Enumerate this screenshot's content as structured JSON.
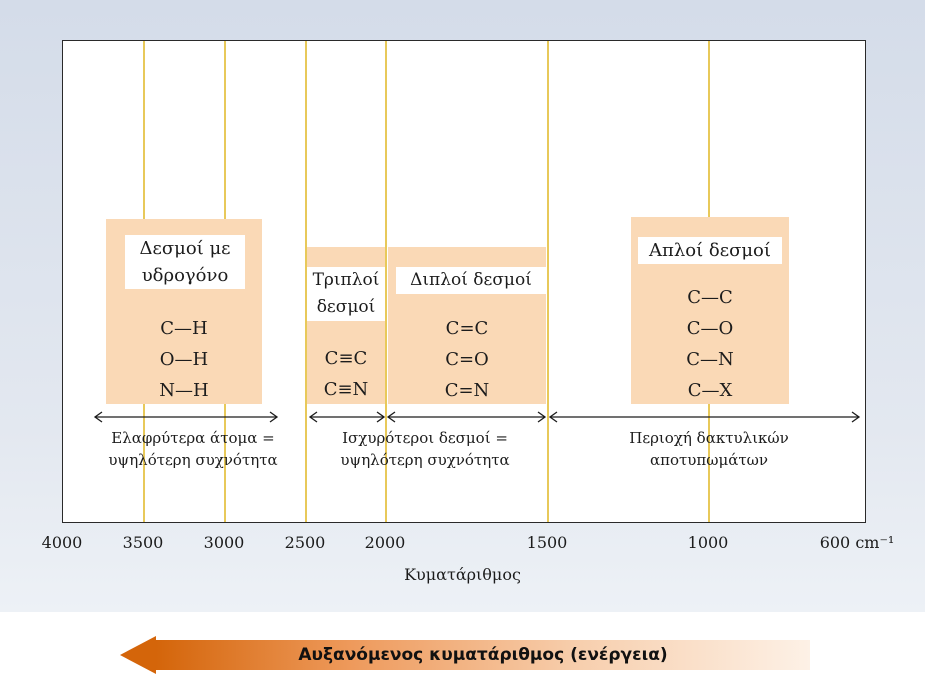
{
  "regions": {
    "hydrogen": {
      "title_line1": "Δεσμοί με",
      "title_line2": "υδρογόνο",
      "bonds": [
        "C—H",
        "O—H",
        "N—H"
      ]
    },
    "triple": {
      "title_line1": "Τριπλοί",
      "title_line2": "δεσμοί",
      "bonds": [
        "C≡C",
        "C≡N"
      ]
    },
    "double": {
      "title": "Διπλοί δεσμοί",
      "bonds": [
        "C=C",
        "C=O",
        "C=N"
      ]
    },
    "single": {
      "title": "Απλοί δεσμοί",
      "bonds": [
        "C—C",
        "C—O",
        "C—N",
        "C—X"
      ]
    }
  },
  "notes": {
    "lighter_line1": "Ελαφρύτερα άτομα =",
    "lighter_line2": "υψηλότερη συχνότητα",
    "stronger_line1": "Ισχυρότεροι δεσμοί =",
    "stronger_line2": "υψηλότερη συχνότητα",
    "fingerprint_line1": "Περιοχή δακτυλικών",
    "fingerprint_line2": "αποτυπωμάτων"
  },
  "ticks": [
    "4000",
    "3500",
    "3000",
    "2500",
    "2000",
    "1500",
    "1000",
    "600 cm⁻¹"
  ],
  "axis_label": "Κυματάριθμος",
  "energy_arrow_label": "Αυξανόμενος κυματάριθμος (ενέργεια)",
  "colors": {
    "region_fill": "#fad9b6",
    "gridline": "#e8c95a",
    "arrow": "#d4650a"
  }
}
